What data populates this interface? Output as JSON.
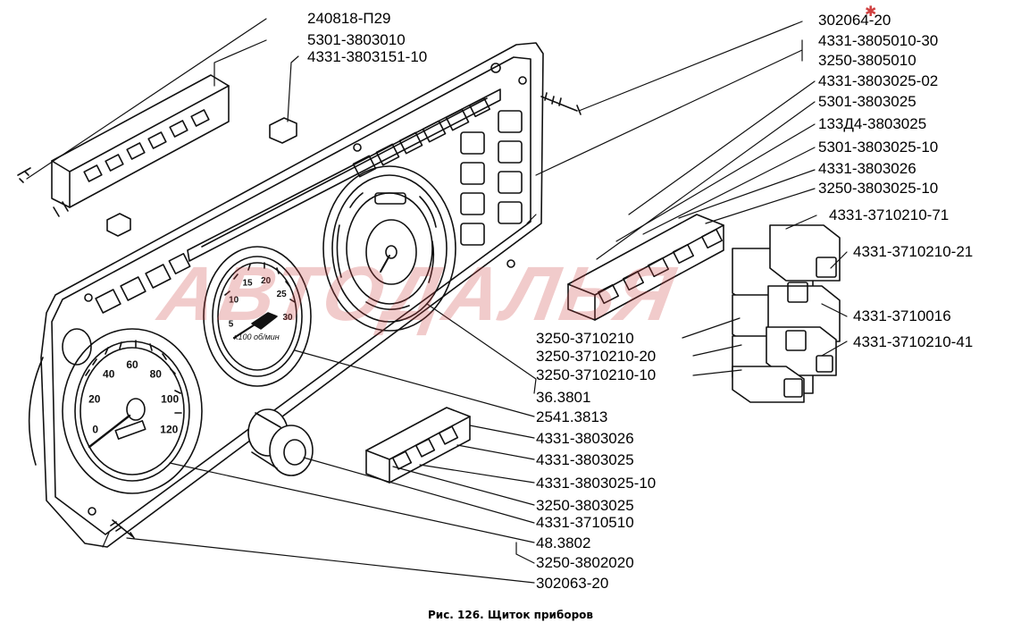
{
  "caption": "Рис. 126. Щиток приборов",
  "watermark": "АВТОДАЛЬЯ",
  "labels": {
    "l01": "240818-П29",
    "l02": "5301-3803010",
    "l03": "4331-3803151-10",
    "l04": "302064-20",
    "l05": "4331-3805010-30",
    "l06": "3250-3805010",
    "l07": "4331-3803025-02",
    "l08": "5301-3803025",
    "l09": "133Д4-3803025",
    "l10": "5301-3803025-10",
    "l11": "4331-3803026",
    "l12": "3250-3803025-10",
    "l13": "4331-3710210-71",
    "l14": "4331-3710210-21",
    "l15": "4331-3710016",
    "l16": "4331-3710210-41",
    "l17": "3250-3710210",
    "l18": "3250-3710210-20",
    "l19": "3250-3710210-10",
    "l20": "36.3801",
    "l21": "2541.3813",
    "l22": "4331-3803026",
    "l23": "4331-3803025",
    "l24": "4331-3803025-10",
    "l25": "3250-3803025",
    "l26": "4331-3710510",
    "l27": "48.3802",
    "l28": "3250-3802020",
    "l29": "302063-20"
  },
  "gauges": {
    "speedometer_ticks": [
      "0",
      "20",
      "40",
      "60",
      "80",
      "100",
      "120"
    ],
    "tachometer_ticks": [
      "5",
      "10",
      "15",
      "20",
      "25",
      "30"
    ],
    "tachometer_text": "х100 об/мин"
  }
}
